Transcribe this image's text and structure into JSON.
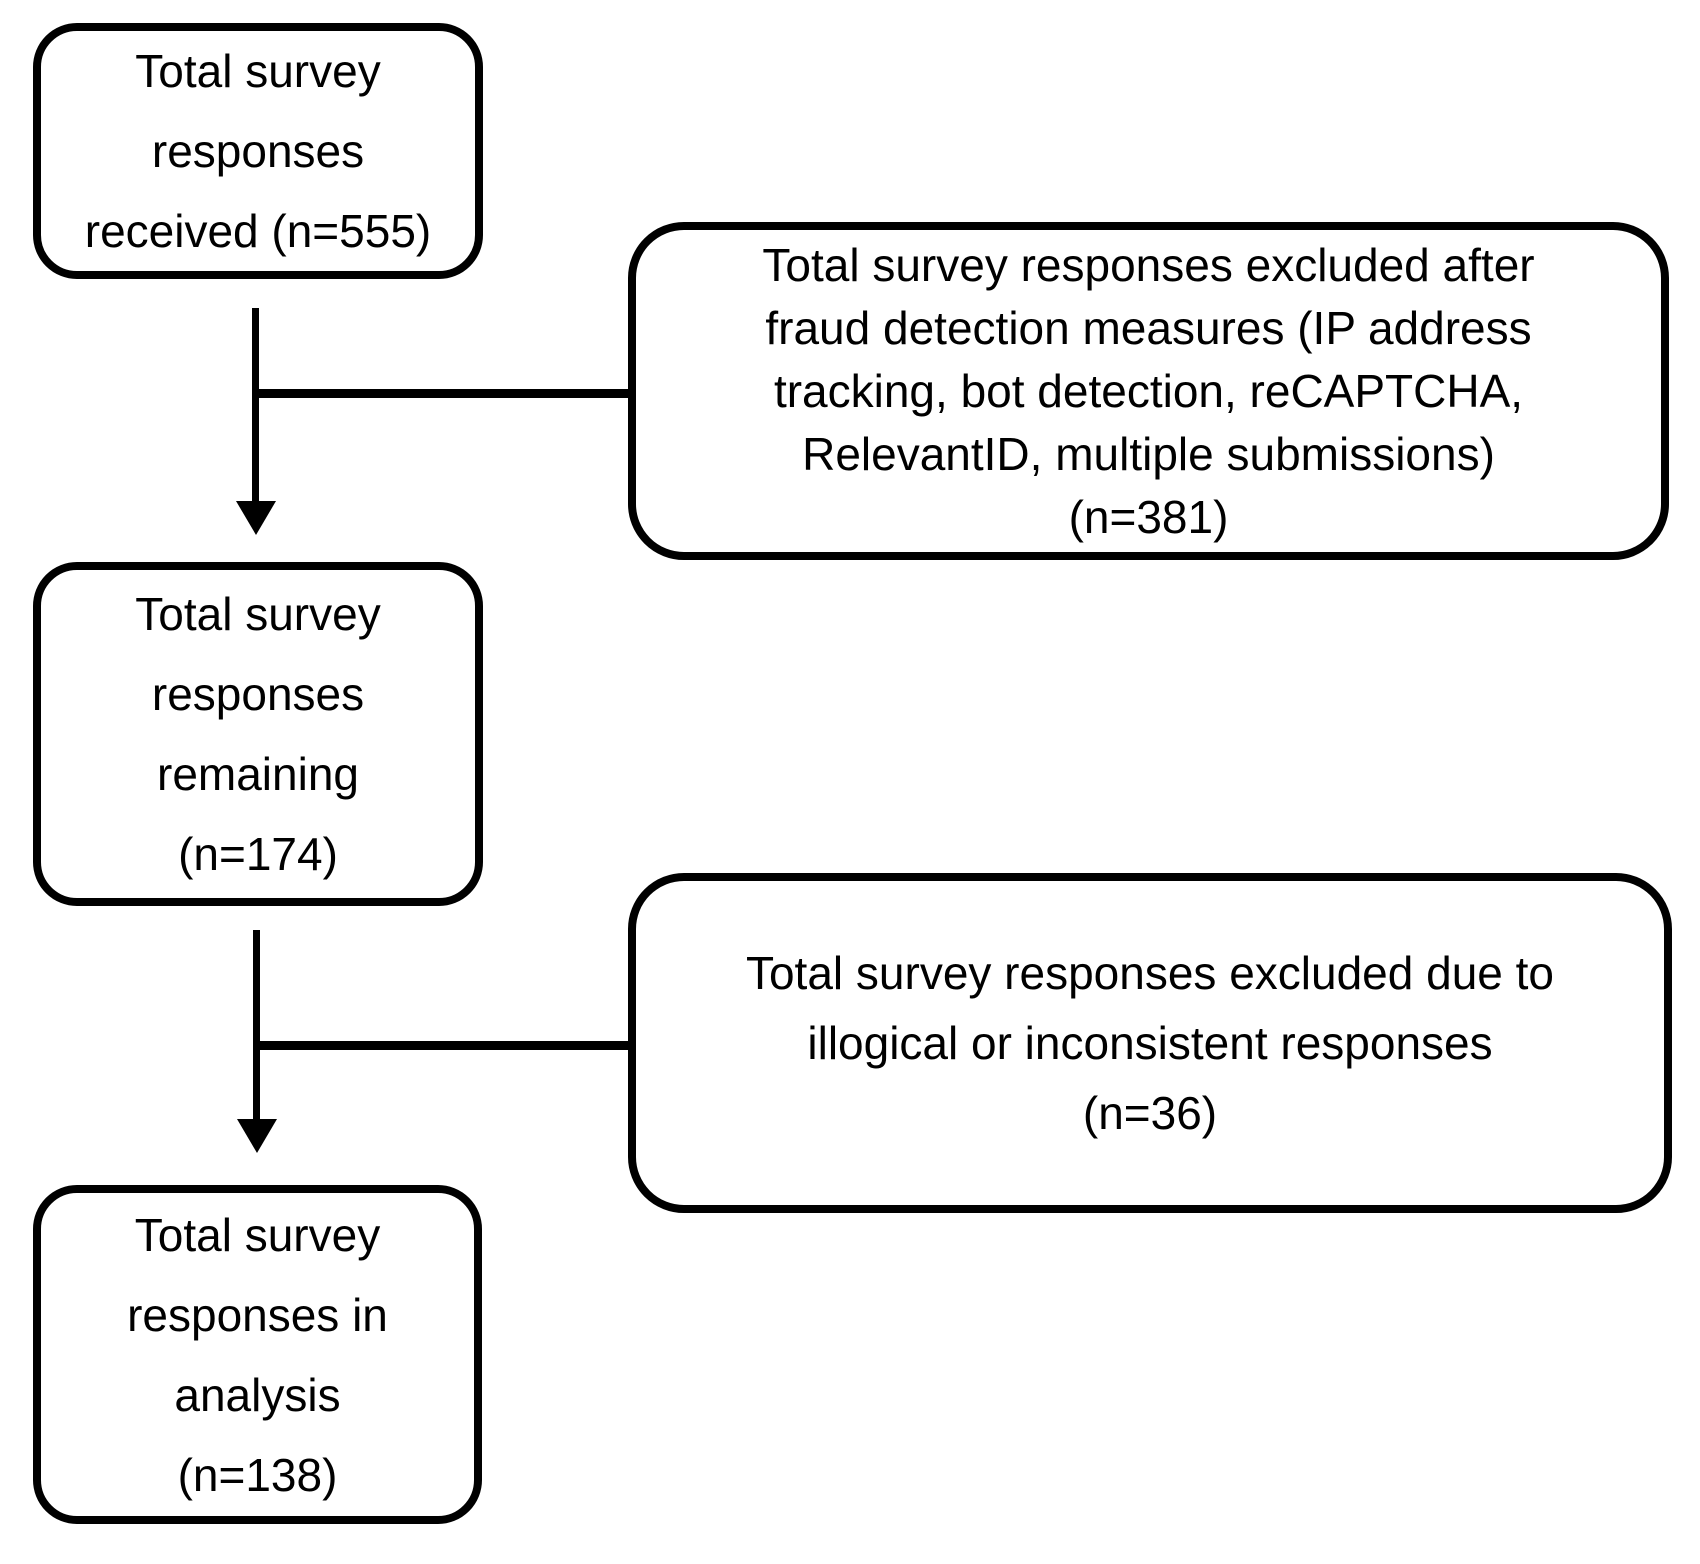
{
  "diagram": {
    "type": "flowchart",
    "colors": {
      "border": "#000000",
      "background": "#ffffff",
      "text": "#000000"
    },
    "boxes": [
      {
        "id": "total-received",
        "n": 555,
        "full_text": "Total survey responses received (n=555)",
        "lines": [
          "Total survey",
          "responses",
          "received (n=555)"
        ]
      },
      {
        "id": "excluded-fraud",
        "n": 381,
        "full_text": "Total survey responses excluded after fraud detection measures (IP address tracking, bot detection, reCAPTCHA, RelevantID, multiple submissions) (n=381)",
        "lines": [
          "Total survey responses excluded after",
          "fraud detection measures (IP address",
          "tracking, bot detection, reCAPTCHA,",
          "RelevantID, multiple submissions)",
          "(n=381)"
        ]
      },
      {
        "id": "total-remaining",
        "n": 174,
        "full_text": "Total survey responses remaining (n=174)",
        "lines": [
          "Total survey",
          "responses",
          "remaining",
          "(n=174)"
        ]
      },
      {
        "id": "excluded-illogical",
        "n": 36,
        "full_text": "Total survey responses excluded due to illogical or inconsistent responses (n=36)",
        "lines": [
          "Total survey responses excluded due to",
          "illogical or inconsistent responses",
          "(n=36)"
        ]
      },
      {
        "id": "total-in-analysis",
        "n": 138,
        "full_text": "Total survey responses in analysis (n=138)",
        "lines": [
          "Total survey",
          "responses in",
          "analysis",
          "(n=138)"
        ]
      }
    ]
  }
}
